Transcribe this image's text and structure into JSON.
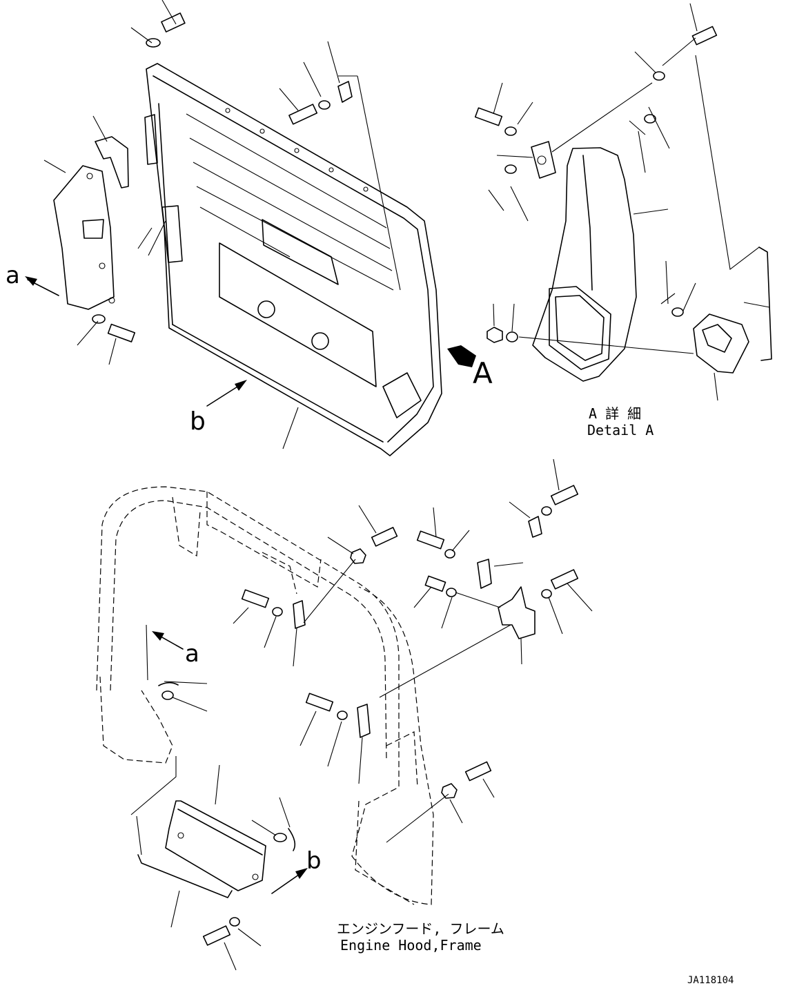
{
  "view_labels": {
    "a_top": "a",
    "b_top": "b",
    "A_view": "A",
    "a_frame": "a",
    "b_frame": "b"
  },
  "detail": {
    "japanese": "A 詳 細",
    "english": "Detail A"
  },
  "caption": {
    "japanese": "エンジンフード, フレーム",
    "english": "Engine Hood,Frame"
  },
  "drawing_code": "JA118104",
  "colors": {
    "ink": "#000000",
    "paper": "#ffffff"
  }
}
